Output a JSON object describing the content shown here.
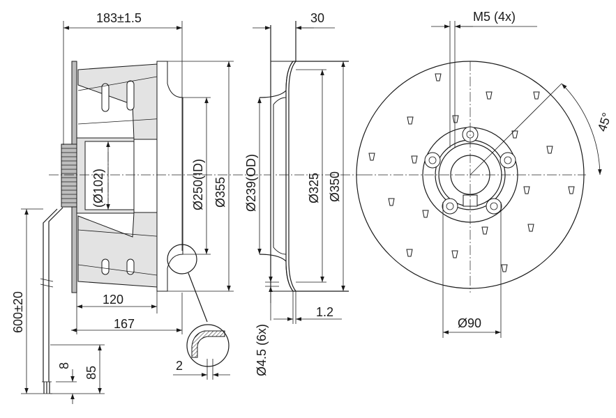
{
  "dimensions": {
    "overall_depth": "183±1.5",
    "ring_width": "30",
    "thread": "M5 (4x)",
    "angle": "45°",
    "hub_dia": "(Ø102)",
    "inlet_id": "Ø250(ID)",
    "dia_355": "Ø355",
    "outlet_od": "Ø239(OD)",
    "dia_325": "Ø325",
    "dia_350": "Ø350",
    "cable_length": "600±20",
    "dim_120": "120",
    "dim_167": "167",
    "sheet_thickness": "1.2",
    "dia_90": "Ø90",
    "holes": "Ø4.5 (6x)",
    "dim_2": "2",
    "dim_8": "8",
    "dim_85": "85"
  }
}
